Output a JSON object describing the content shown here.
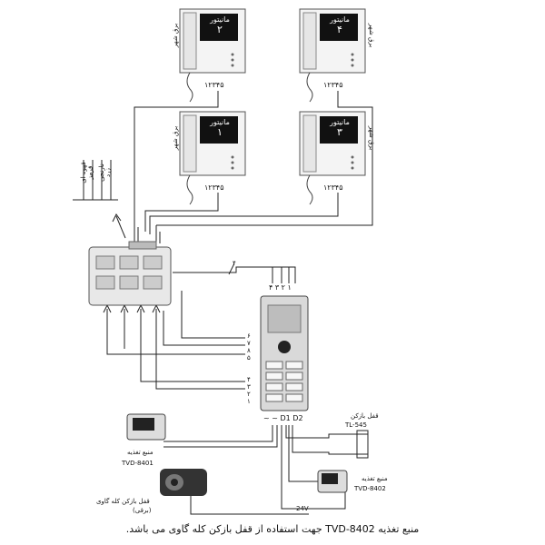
{
  "monitors": [
    {
      "title": "مانیتور",
      "number": "۲",
      "side": "برق شهر",
      "pins": "۱۲۳۴۵"
    },
    {
      "title": "مانیتور",
      "number": "۴",
      "side": "برق شهر",
      "pins": "۱۲۳۴۵"
    },
    {
      "title": "مانیتور",
      "number": "۱",
      "side": "برق شهر",
      "pins": "۱۲۳۴۵"
    },
    {
      "title": "مانیتور",
      "number": "۳",
      "side": "برق شهر",
      "pins": "۱۲۳۴۵"
    }
  ],
  "wire_labels": [
    "قهوه ای",
    "قرمز",
    "نارنجی",
    "زرد"
  ],
  "bus_label": "۴",
  "panel": {
    "top_pins": "۴ ۳ ۲ ۱",
    "left_pins_upper": [
      "۶",
      "۷",
      "۸",
      "۵"
    ],
    "left_pins_lower": [
      "۴",
      "۳",
      "۲",
      "۱"
    ],
    "bottom_pins": "~ ~ D1 D2"
  },
  "lock_electric": {
    "title": "قفل بازکن",
    "model": "TL-545"
  },
  "psu_1": {
    "title": "منبع تغذیه",
    "model": "TVD-8401"
  },
  "psu_2": {
    "title": "منبع تغذیه",
    "model": "TVD-8402"
  },
  "lock_doorknob": {
    "title": "قفل بازکن کله گاوی",
    "note": "(برقی)"
  },
  "voltage": "24V",
  "caption": "منبع تغذیه TVD-8402 جهت استفاده از قفل بازکن کله گاوی می باشد."
}
